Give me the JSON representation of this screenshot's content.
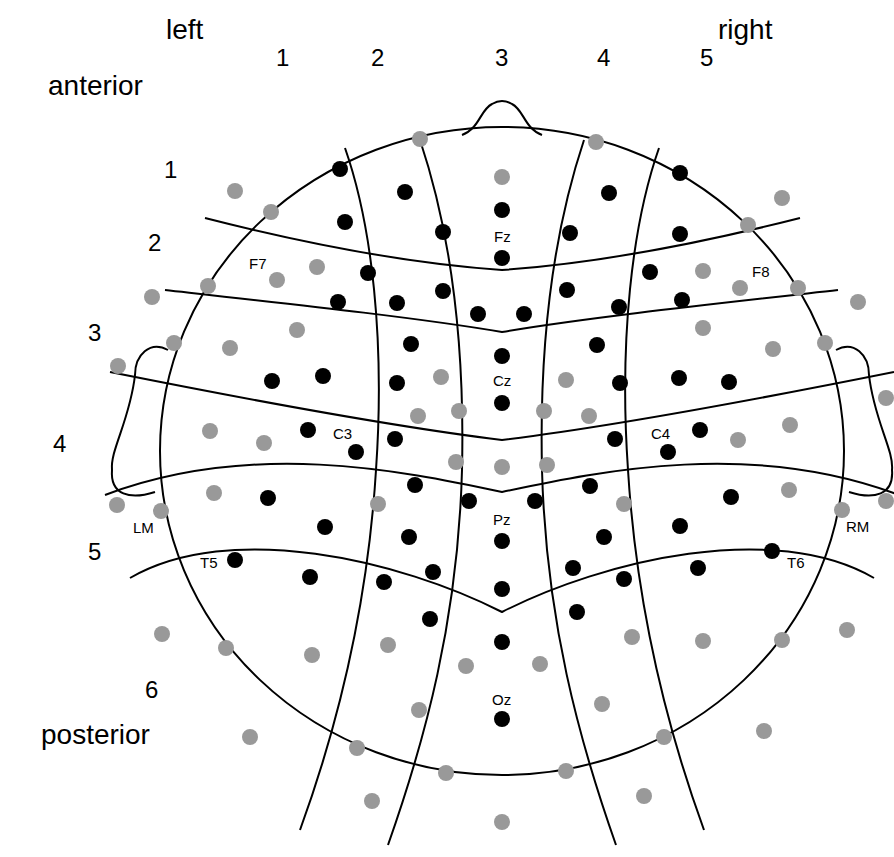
{
  "diagram": {
    "labels": [
      "left",
      "right",
      "1",
      "2",
      "3",
      "4",
      "5",
      "anterior",
      "1",
      "2",
      "3",
      "4",
      "5",
      "6",
      "posterior",
      "Fz",
      "F7",
      "F8",
      "Cz",
      "C3",
      "C4",
      "LM",
      "RM",
      "T5",
      "T6",
      "Pz",
      "Oz"
    ]
  }
}
